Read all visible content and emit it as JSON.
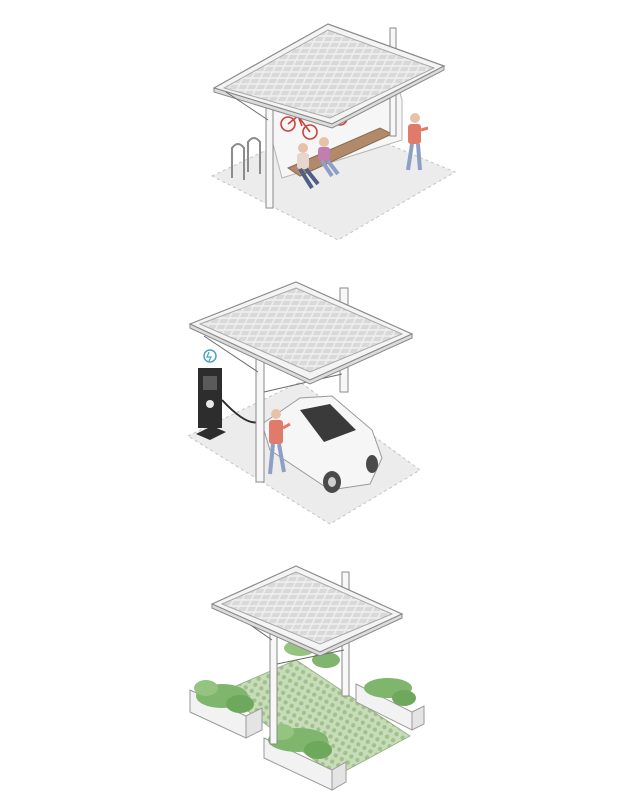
{
  "scenes": [
    {
      "id": "bike-shelter",
      "people": 3,
      "bicycles": 2
    },
    {
      "id": "ev-charging-carport",
      "people": 1,
      "vehicles": 1,
      "chargers": 1
    },
    {
      "id": "green-parking-canopy",
      "planters": 3,
      "paving": "grass-grid"
    }
  ],
  "colors": {
    "panel_fill": "#f4f4f4",
    "panel_cell": "#d7d7d7",
    "frame": "#8a8a8a",
    "ground": "#ececec",
    "ground_dash": "#bdbdbd",
    "bench": "#b08a6b",
    "accent_red": "#c9443c",
    "shirt_coral": "#e07a6a",
    "jeans_blue": "#8e9fc6",
    "charger_dark": "#2d2d2d",
    "grass": "#a8c99a",
    "foliage": "#7fb56c",
    "planter": "#f2f2f2"
  }
}
